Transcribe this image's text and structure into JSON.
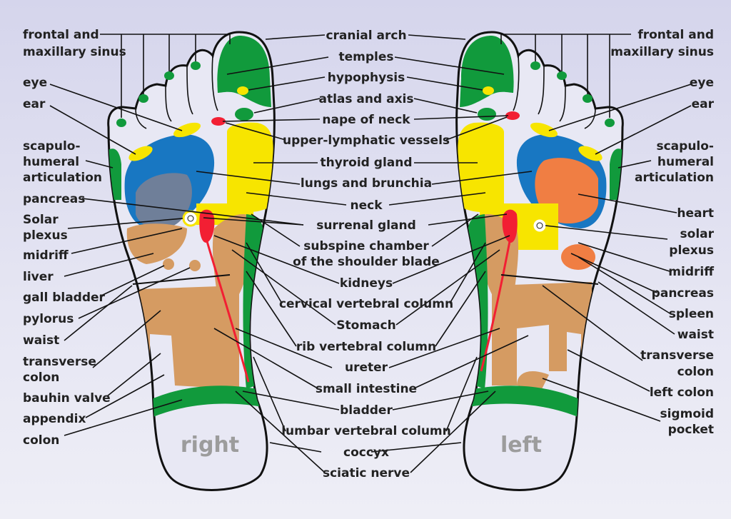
{
  "colors": {
    "green": "#119a3c",
    "blue": "#1877c2",
    "yellow": "#f7e500",
    "orange_brown": "#d59b62",
    "red": "#f21f33",
    "heart_orange": "#f07e43",
    "grey_blue": "#6f7f99",
    "background": "#dcdcef"
  },
  "feet": {
    "right_label": "right",
    "left_label": "left"
  },
  "labels": {
    "center": [
      "cranial arch",
      "temples",
      "hypophysis",
      "atlas and axis",
      "nape of neck",
      "upper-lymphatic vessels",
      "thyroid gland",
      "lungs and brunchia",
      "neck",
      "surrenal gland",
      "subspine chamber",
      "of the shoulder blade",
      "kidneys",
      "cervical vertebral column",
      "Stomach",
      "rib vertebral column",
      "ureter",
      "small intestine",
      "bladder",
      "lumbar vertebral column",
      "coccyx",
      "sciatic nerve"
    ],
    "left_side": [
      "frontal and",
      "maxillary sinus",
      "eye",
      "ear",
      "scapulo-",
      "humeral",
      "articulation",
      "pancreas",
      "Solar",
      "plexus",
      "midriff",
      "liver",
      "gall bladder",
      "pylorus",
      "waist",
      "transverse",
      "colon",
      "bauhin valve",
      "appendix",
      "colon"
    ],
    "right_side": [
      "frontal and",
      "maxillary sinus",
      "eye",
      "ear",
      "scapulo-",
      "humeral",
      "articulation",
      "heart",
      "solar",
      "plexus",
      "midriff",
      "pancreas",
      "spleen",
      "waist",
      "transverse",
      "colon",
      "left colon",
      "sigmoid",
      "pocket"
    ]
  }
}
